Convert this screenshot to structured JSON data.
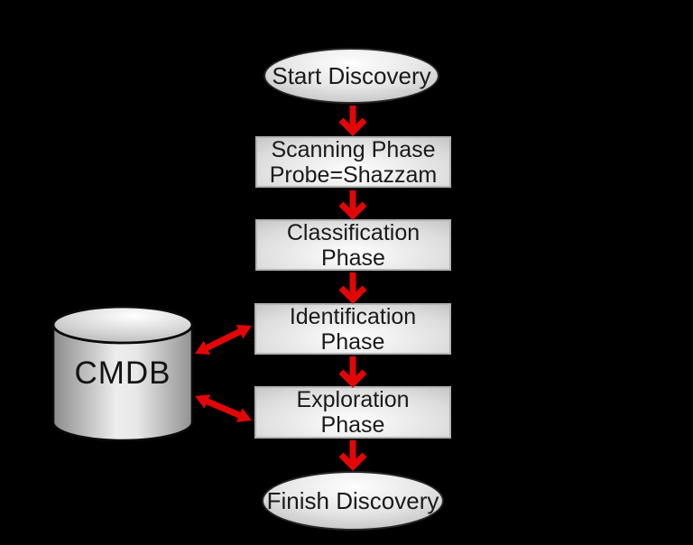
{
  "diagram": {
    "background_color": "#000000",
    "arrow_color": "#e20707",
    "node_fill_light": "#fefefe",
    "node_fill_dark": "#999999",
    "text_color": "#1a1a1a",
    "nodes": {
      "start": {
        "shape": "ellipse",
        "label": "Start Discovery"
      },
      "scanning": {
        "shape": "rect",
        "line1": "Scanning Phase",
        "line2": "Probe=Shazzam"
      },
      "classification": {
        "shape": "rect",
        "line1": "Classification",
        "line2": "Phase"
      },
      "identification": {
        "shape": "rect",
        "line1": "Identification",
        "line2": "Phase"
      },
      "exploration": {
        "shape": "rect",
        "line1": "Exploration",
        "line2": "Phase"
      },
      "finish": {
        "shape": "ellipse",
        "label": "Finish Discovery"
      },
      "cmdb": {
        "shape": "cylinder",
        "label": "CMDB"
      }
    },
    "edges": [
      {
        "from": "start",
        "to": "scanning",
        "type": "arrow-down"
      },
      {
        "from": "scanning",
        "to": "classification",
        "type": "arrow-down"
      },
      {
        "from": "classification",
        "to": "identification",
        "type": "arrow-down"
      },
      {
        "from": "identification",
        "to": "exploration",
        "type": "arrow-down"
      },
      {
        "from": "exploration",
        "to": "finish",
        "type": "arrow-down"
      },
      {
        "from": "cmdb",
        "to": "identification",
        "type": "double-arrow"
      },
      {
        "from": "cmdb",
        "to": "exploration",
        "type": "double-arrow"
      }
    ]
  }
}
